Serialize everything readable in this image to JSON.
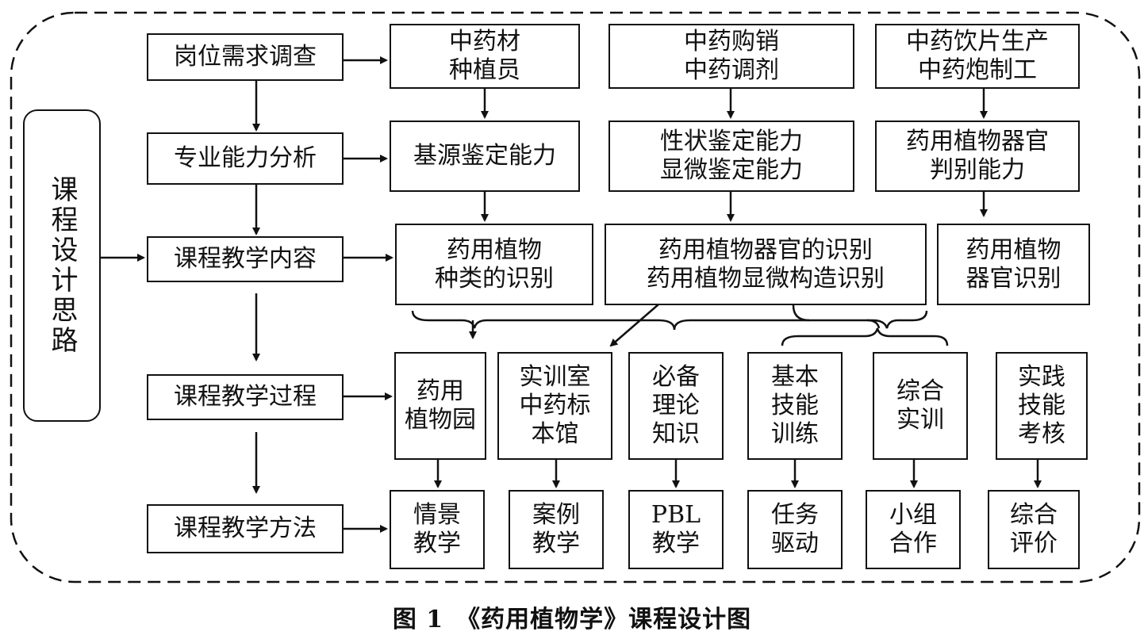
{
  "design_label": "课程设计思路",
  "left_steps": {
    "survey": "岗位需求调查",
    "analysis": "专业能力分析",
    "content": "课程教学内容",
    "process": "课程教学过程",
    "method": "课程教学方法"
  },
  "jobs": [
    "中药材\n种植员",
    "中药购销\n中药调剂",
    "中药饮片生产\n中药炮制工"
  ],
  "abilities": [
    "基源鉴定能力",
    "性状鉴定能力\n显微鉴定能力",
    "药用植物器官\n判别能力"
  ],
  "contents": [
    "药用植物\n种类的识别",
    "药用植物器官的识别\n药用植物显微构造识别",
    "药用植物\n器官识别"
  ],
  "processes": [
    "药用\n植物园",
    "实训室\n中药标\n本馆",
    "必备\n理论\n知识",
    "基本\n技能\n训练",
    "综合\n实训",
    "实践\n技能\n考核"
  ],
  "methods": [
    "情景\n教学",
    "案例\n教学",
    "PBL\n教学",
    "任务\n驱动",
    "小组\n合作",
    "综合\n评价"
  ],
  "caption": "图 1　《药用植物学》课程设计图"
}
